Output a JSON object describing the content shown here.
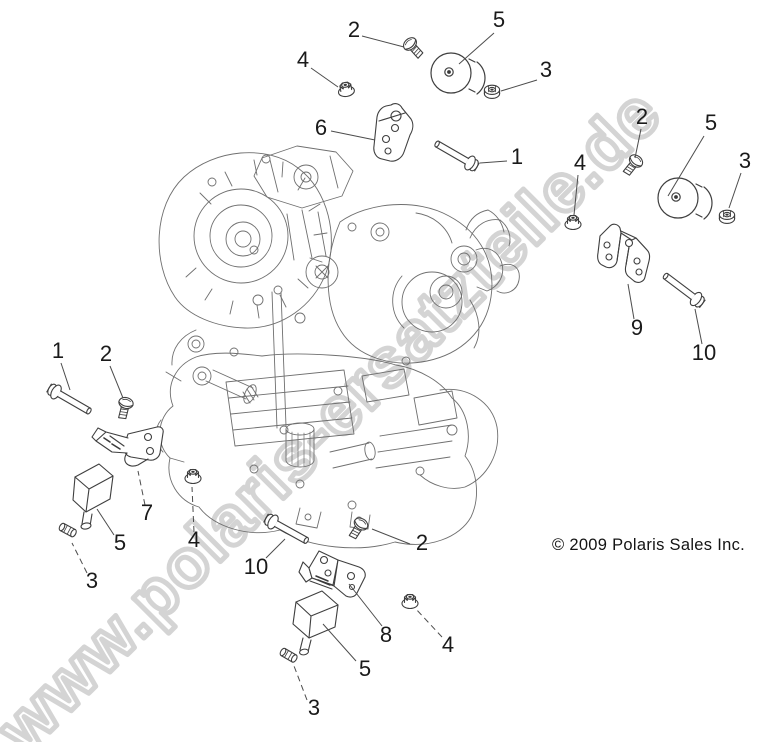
{
  "figure": {
    "watermark": "www.polaris-ersatzteile.de",
    "copyright": "© 2009 Polaris Sales Inc."
  },
  "colors": {
    "background": "#ffffff",
    "part_line": "#3f3f3f",
    "engine_line": "#6f6f6f",
    "watermark": "#d4d4d4",
    "callout_text": "#1a1a1a"
  },
  "callouts": [
    {
      "label": "2"
    },
    {
      "label": "5"
    },
    {
      "label": "4"
    },
    {
      "label": "3"
    },
    {
      "label": "6"
    },
    {
      "label": "1"
    },
    {
      "label": "2"
    },
    {
      "label": "5"
    },
    {
      "label": "3"
    },
    {
      "label": "4"
    },
    {
      "label": "9"
    },
    {
      "label": "10"
    },
    {
      "label": "1"
    },
    {
      "label": "2"
    },
    {
      "label": "7"
    },
    {
      "label": "5"
    },
    {
      "label": "4"
    },
    {
      "label": "3"
    },
    {
      "label": "10"
    },
    {
      "label": "2"
    },
    {
      "label": "8"
    },
    {
      "label": "4"
    },
    {
      "label": "5"
    },
    {
      "label": "3"
    }
  ]
}
